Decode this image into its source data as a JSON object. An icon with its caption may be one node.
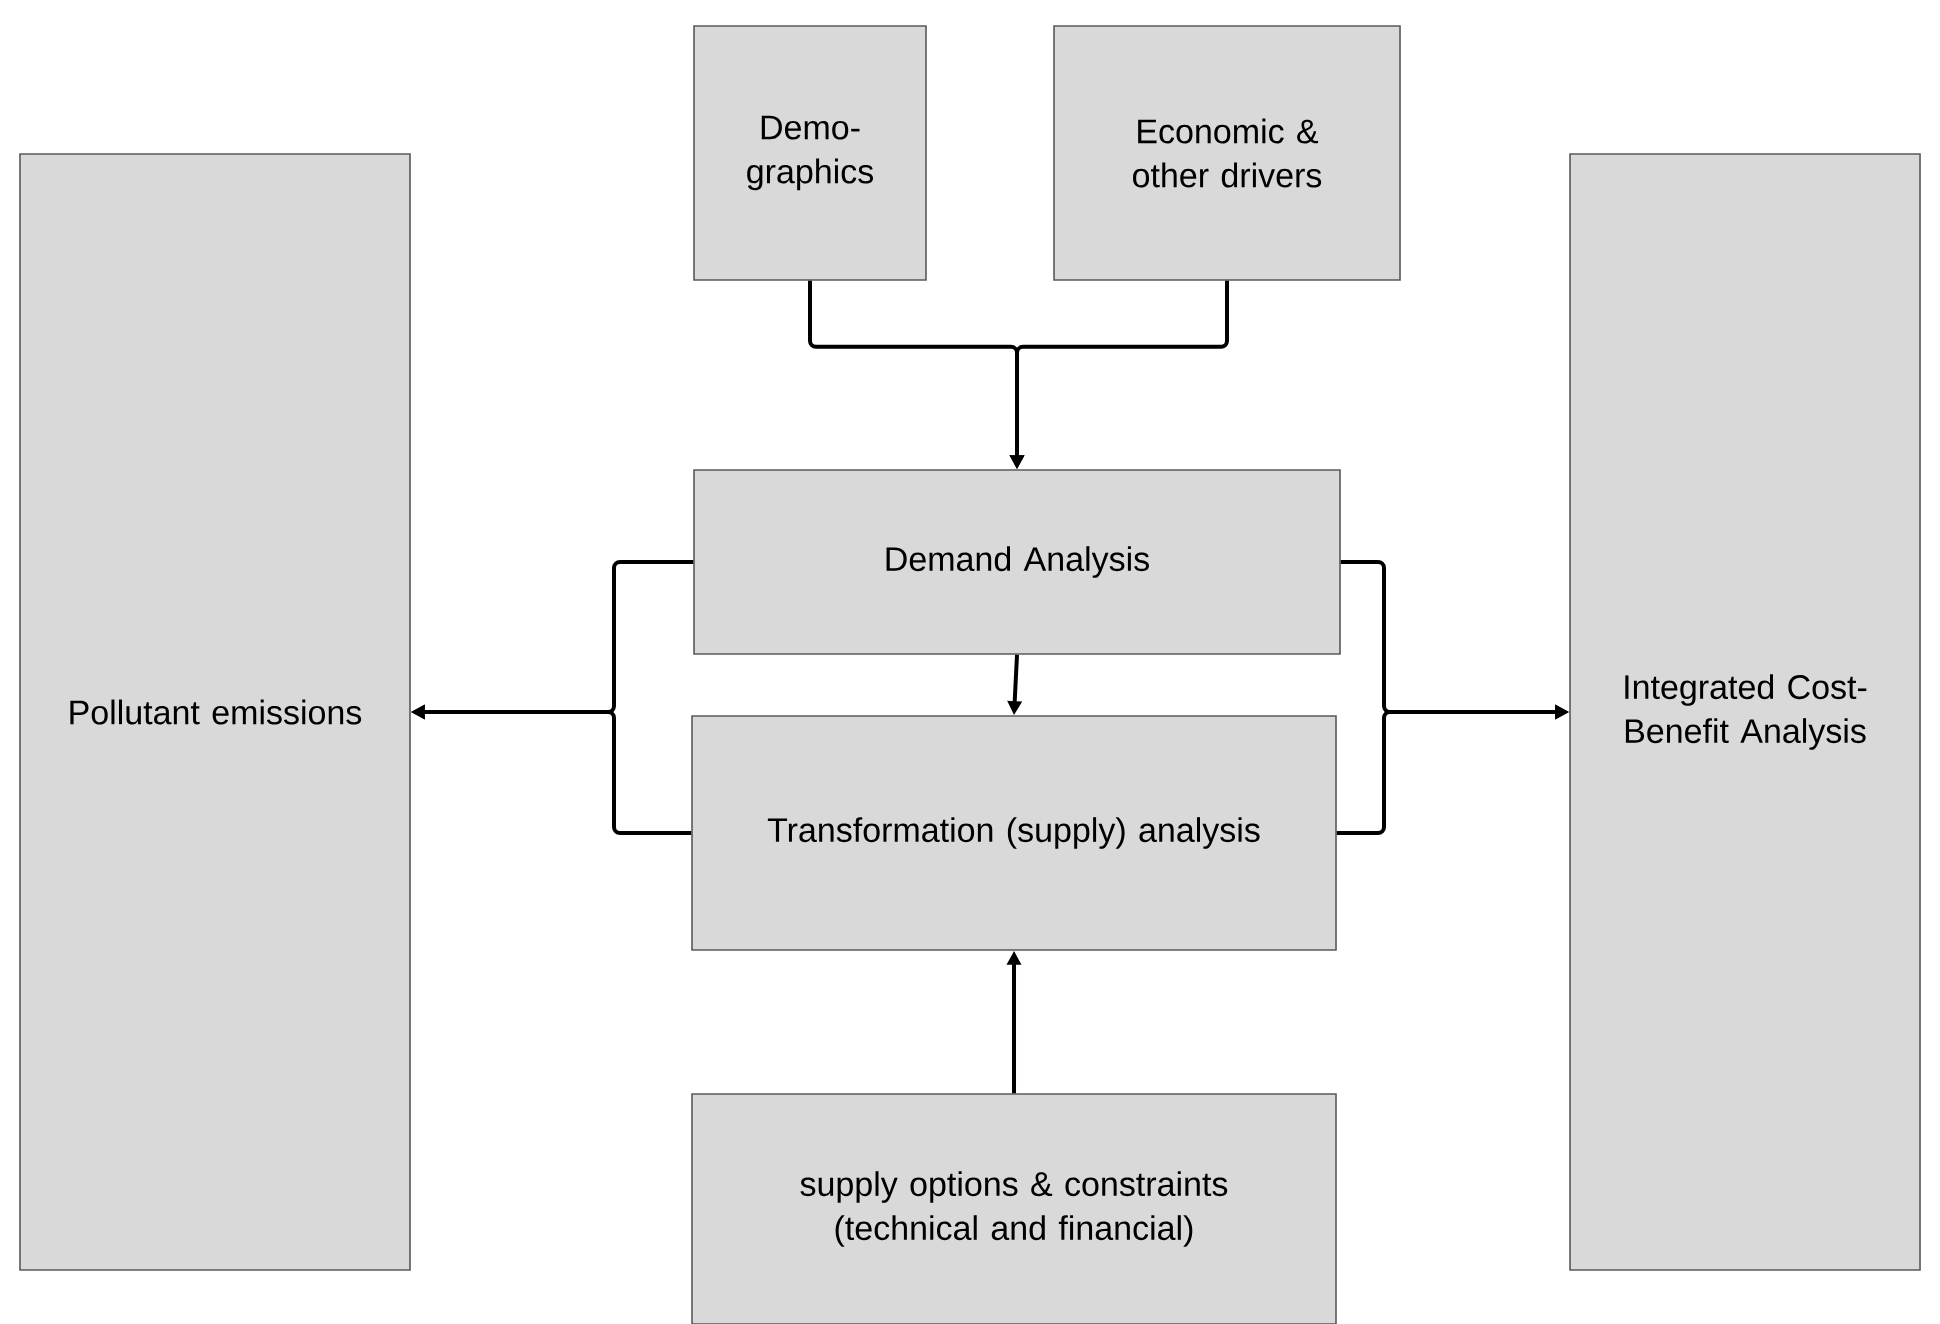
{
  "diagram": {
    "nodes": [
      {
        "text": [
          "Pollutant emissions"
        ]
      },
      {
        "text": [
          "Demo- graphics"
        ]
      },
      {
        "text": [
          "Economic & other drivers"
        ]
      },
      {
        "text": [
          "Demand Analysis"
        ]
      },
      {
        "text": [
          "Transformation (supply) analysis"
        ]
      },
      {
        "text": [
          "supply options & constraints (technical and financial)"
        ]
      },
      {
        "text": [
          "Integrated Cost-Benefit Analysis"
        ]
      }
    ],
    "edges": [
      {
        "from": 1,
        "to": 3,
        "arrow": "to"
      },
      {
        "from": 2,
        "to": 3,
        "arrow": "to"
      },
      {
        "from": 3,
        "to": 4,
        "arrow": "to"
      },
      {
        "from": 5,
        "to": 4,
        "arrow": "to"
      },
      {
        "from": 3,
        "to": 0,
        "arrow": "to"
      },
      {
        "from": 4,
        "to": 0,
        "arrow": "to"
      },
      {
        "from": 3,
        "to": 6,
        "arrow": "to"
      },
      {
        "from": 4,
        "to": 6,
        "arrow": "to"
      }
    ]
  }
}
